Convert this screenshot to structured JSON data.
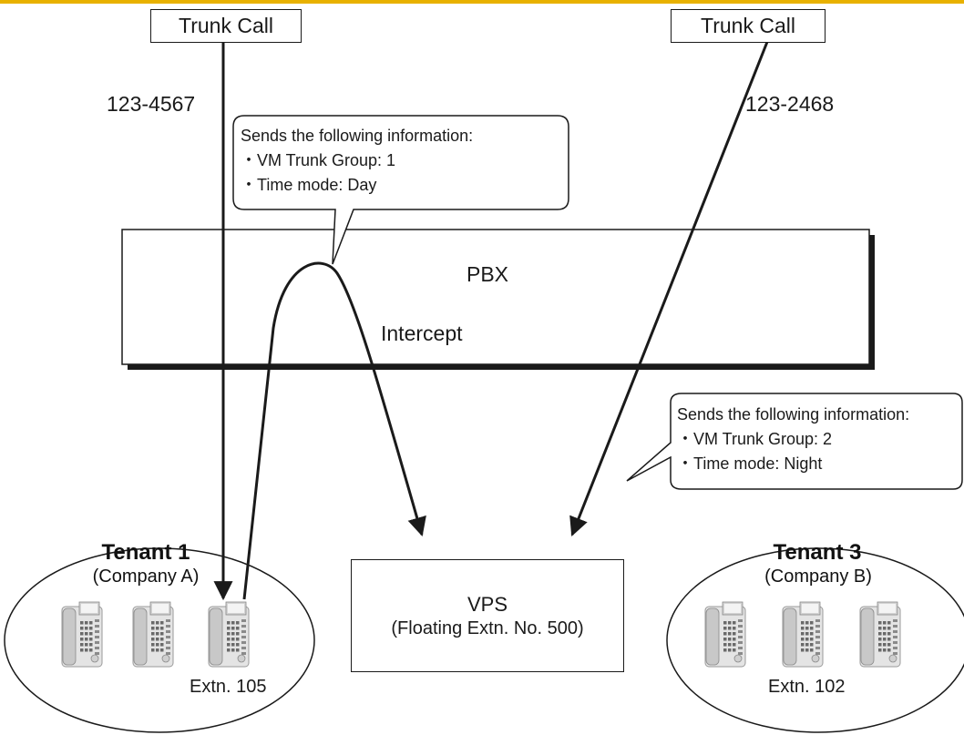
{
  "trunk_call_left": "Trunk Call",
  "trunk_call_right": "Trunk Call",
  "number_left": "123-4567",
  "number_right": "123-2468",
  "callout_left": {
    "title": "Sends the following information:",
    "line1": "・VM Trunk Group:  1",
    "line2": "・Time mode: Day"
  },
  "callout_right": {
    "title": "Sends the following information:",
    "line1": "・VM Trunk Group:  2",
    "line2": "・Time mode: Night"
  },
  "pbx_label": "PBX",
  "intercept_label": "Intercept",
  "tenant1": {
    "title": "Tenant 1",
    "company": "(Company A)",
    "extension": "Extn. 105"
  },
  "tenant3": {
    "title": "Tenant 3",
    "company": "(Company B)",
    "extension": "Extn. 102"
  },
  "vps": {
    "title": "VPS",
    "subtitle": "(Floating Extn. No. 500)"
  },
  "colors": {
    "accent_bar": "#e8b100",
    "line": "#1a1a1a",
    "phone_body": "#c8c8c8"
  },
  "icons": {
    "phone": "desk-phone-icon"
  }
}
